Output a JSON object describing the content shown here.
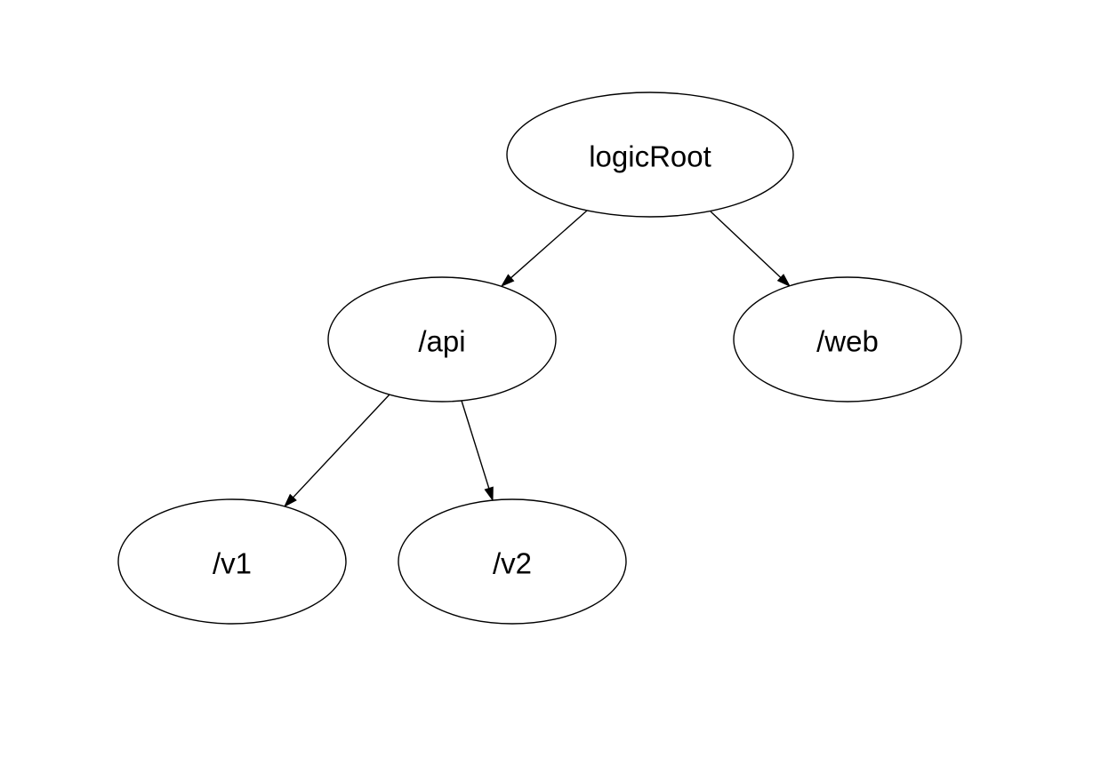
{
  "diagram": {
    "type": "tree",
    "background_color": "#ffffff",
    "node_fill_color": "#ffffff",
    "node_stroke_color": "#000000",
    "edge_color": "#000000",
    "text_color": "#000000",
    "nodes": [
      {
        "id": "logicRoot",
        "label": "logicRoot"
      },
      {
        "id": "api",
        "label": "/api"
      },
      {
        "id": "web",
        "label": "/web"
      },
      {
        "id": "v1",
        "label": "/v1"
      },
      {
        "id": "v2",
        "label": "/v2"
      }
    ],
    "edges": [
      {
        "from": "logicRoot",
        "to": "api"
      },
      {
        "from": "logicRoot",
        "to": "web"
      },
      {
        "from": "api",
        "to": "v1"
      },
      {
        "from": "api",
        "to": "v2"
      }
    ]
  }
}
